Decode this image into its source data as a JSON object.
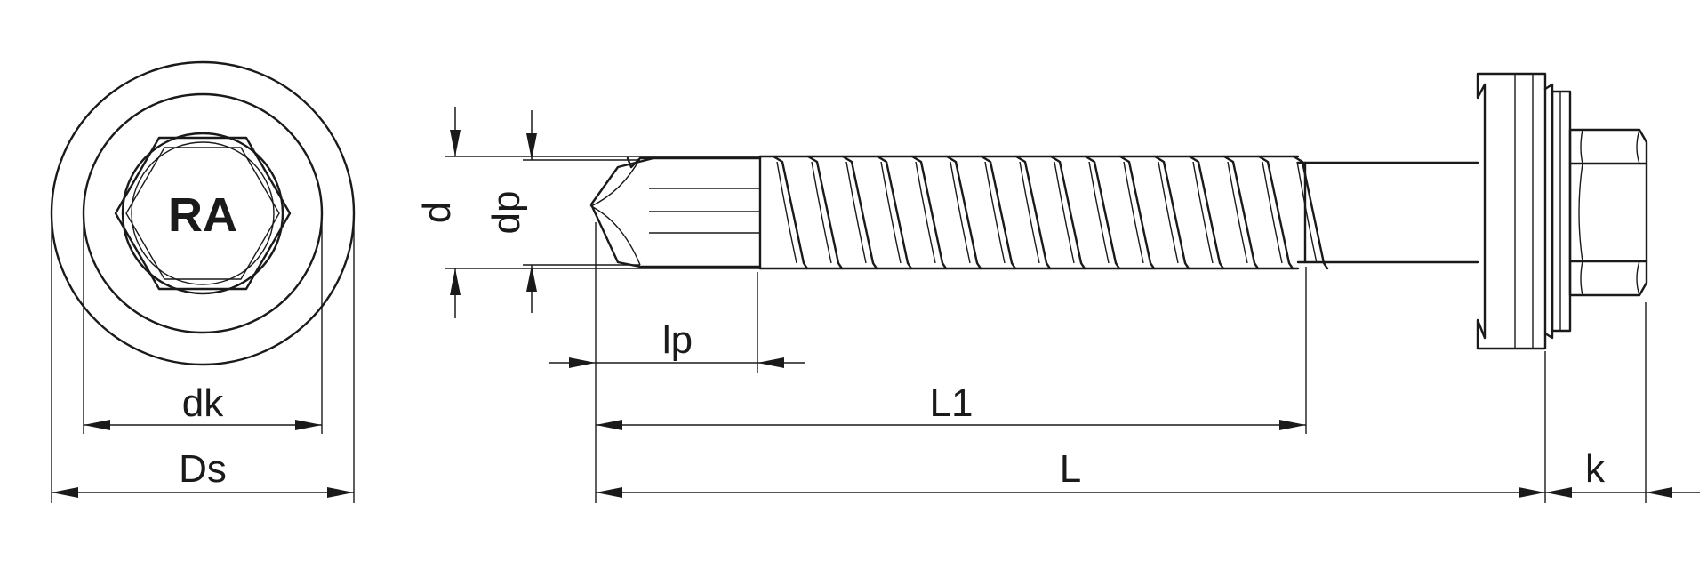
{
  "head_marking": "RA",
  "dimensions": {
    "d": "d",
    "dp": "dp",
    "lp": "lp",
    "dk": "dk",
    "Ds": "Ds",
    "L1": "L1",
    "L": "L",
    "k": "k"
  }
}
